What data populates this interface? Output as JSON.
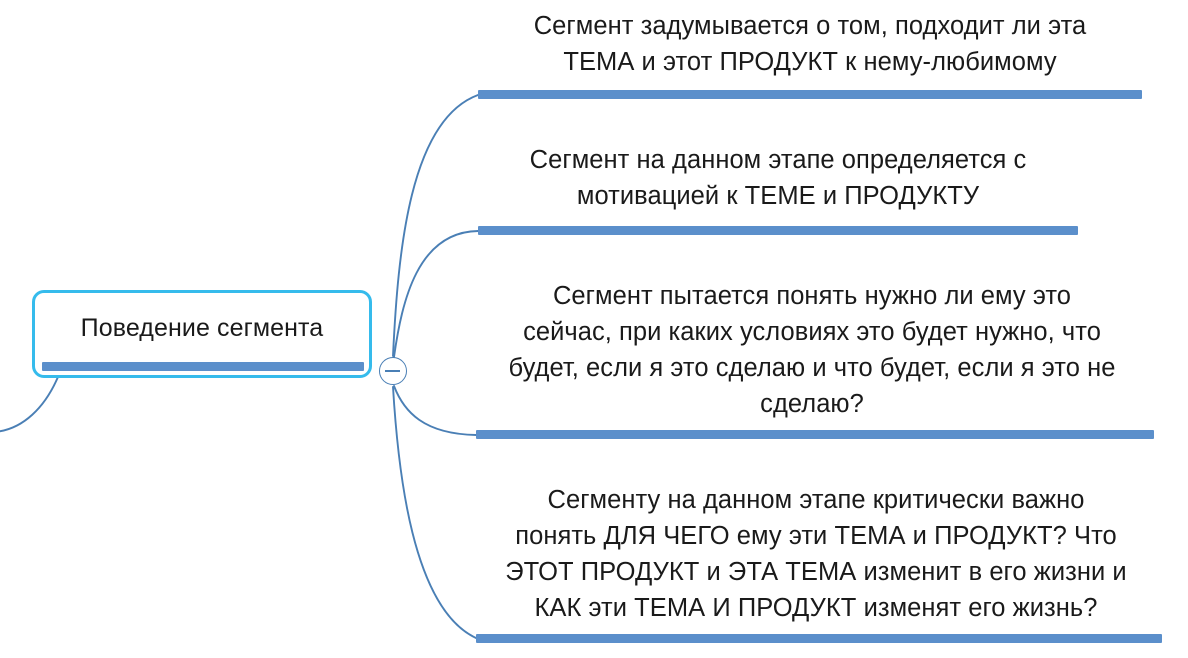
{
  "diagram": {
    "type": "mind-map",
    "language": "ru",
    "orientation": "left-to-right",
    "colors": {
      "root_border": "#35BBEC",
      "bar": "#5B8FCB",
      "connector": "#4A7FB5",
      "text": "#1A1A1A",
      "background": "#FFFFFF"
    }
  },
  "root": {
    "label": "Поведение сегмента",
    "collapse_toggle": {
      "state": "expanded",
      "glyph": "minus"
    }
  },
  "branches": [
    {
      "id": "branch-1",
      "text": "Сегмент задумывается о том, подходит ли эта ТЕМА и этот ПРОДУКТ к нему-любимому",
      "lines": [
        "Сегмент задумывается о том, подходит ли эта",
        "ТЕМА и этот ПРОДУКТ к нему-любимому"
      ]
    },
    {
      "id": "branch-2",
      "text": "Сегмент на данном этапе определяется с мотивацией к ТЕМЕ и ПРОДУКТУ",
      "lines": [
        "Сегмент на данном этапе определяется с",
        "мотивацией к ТЕМЕ и ПРОДУКТУ"
      ]
    },
    {
      "id": "branch-3",
      "text": "Сегмент пытается понять нужно ли ему это сейчас, при каких условиях это будет нужно, что будет, если я это сделаю и что будет, если я это не сделаю?",
      "lines": [
        "Сегмент пытается понять нужно ли ему это",
        "сейчас, при каких условиях это будет нужно, что",
        "будет, если я это сделаю и что будет, если я это не",
        "сделаю?"
      ]
    },
    {
      "id": "branch-4",
      "text": "Сегменту на данном этапе критически важно понять ДЛЯ ЧЕГО ему эти ТЕМА и ПРОДУКТ? Что ЭТОТ ПРОДУКТ и ЭТА ТЕМА изменит в его жизни и КАК эти ТЕМА И ПРОДУКТ изменят его жизнь?",
      "lines": [
        "Сегменту на данном этапе критически важно",
        "понять ДЛЯ ЧЕГО ему эти ТЕМА и ПРОДУКТ? Что",
        "ЭТОТ ПРОДУКТ и ЭТА ТЕМА изменит в его жизни и",
        "КАК эти ТЕМА И ПРОДУКТ изменят его жизнь?"
      ]
    }
  ]
}
